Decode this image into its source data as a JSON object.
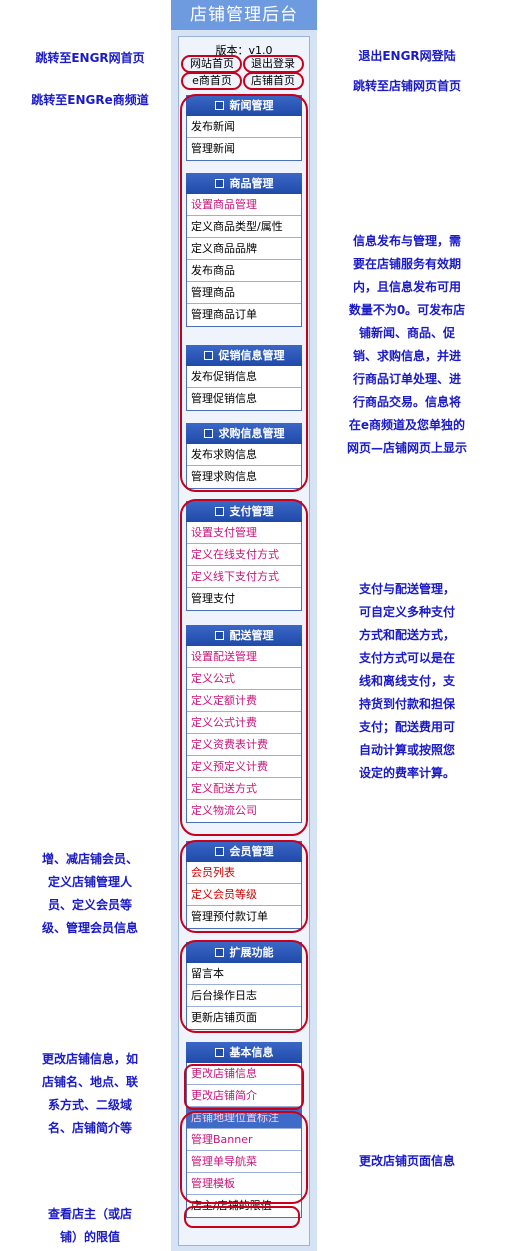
{
  "app_title": "店铺管理后台",
  "version": "版本：v1.0",
  "top_links": {
    "site_home": "网站首页",
    "logout": "退出登录",
    "ecom_home": "e商首页",
    "shop_home": "店铺首页"
  },
  "menus": {
    "news": {
      "title": "新闻管理",
      "items": [
        "发布新闻",
        "管理新闻"
      ]
    },
    "goods": {
      "title": "商品管理",
      "items": [
        "设置商品管理",
        "定义商品类型/属性",
        "定义商品品牌",
        "发布商品",
        "管理商品",
        "管理商品订单"
      ]
    },
    "promo": {
      "title": "促销信息管理",
      "items": [
        "发布促销信息",
        "管理促销信息"
      ]
    },
    "wanted": {
      "title": "求购信息管理",
      "items": [
        "发布求购信息",
        "管理求购信息"
      ]
    },
    "pay": {
      "title": "支付管理",
      "items": [
        "设置支付管理",
        "定义在线支付方式",
        "定义线下支付方式",
        "管理支付"
      ]
    },
    "delivery": {
      "title": "配送管理",
      "items": [
        "设置配送管理",
        "定义公式",
        "定义定额计费",
        "定义公式计费",
        "定义资费表计费",
        "定义预定义计费",
        "定义配送方式",
        "定义物流公司"
      ]
    },
    "member": {
      "title": "会员管理",
      "items": [
        "会员列表",
        "定义会员等级",
        "管理预付款订单"
      ]
    },
    "ext": {
      "title": "扩展功能",
      "items": [
        "留言本",
        "后台操作日志",
        "更新店铺页面"
      ]
    },
    "basic": {
      "title": "基本信息",
      "items": [
        "更改店铺信息",
        "更改店铺简介",
        "店铺地理位置标注",
        "管理Banner",
        "管理单导航菜",
        "管理模板",
        "店主/店铺的限值"
      ]
    }
  },
  "notes": {
    "jump_engr": "跳转至ENGR网首页",
    "jump_ecom": "跳转至ENGRe商频道",
    "logout_engr": "退出ENGR网登陆",
    "jump_shop": "跳转至店铺网页首页",
    "info_publish": [
      "信息发布与管理，需",
      "要在店铺服务有效期",
      "内，且信息发布可用",
      "数量不为0。可发布店",
      "铺新闻、商品、促",
      "销、求购信息，并进",
      "行商品订单处理、进",
      "行商品交易。信息将",
      "在e商频道及您单独的",
      "网页—店铺网页上显示"
    ],
    "pay_delivery": [
      "支付与配送管理，",
      "可自定义多种支付",
      "方式和配送方式，",
      "支付方式可以是在",
      "线和离线支付，支",
      "持货到付款和担保",
      "支付；配送费用可",
      "自动计算或按照您",
      "设定的费率计算。"
    ],
    "member_note": [
      "增、减店铺会员、",
      "定义店铺管理人",
      "员、定义会员等",
      "级、管理会员信息"
    ],
    "shop_info": [
      "更改店铺信息，如",
      "店铺名、地点、联",
      "系方式、二级域",
      "名、店铺简介等"
    ],
    "page_info": "更改店铺页面信息",
    "owner_limit": [
      "查看店主（或店",
      "铺）的限值"
    ]
  },
  "colors": {
    "accent": "#3b67c7",
    "note_text": "#1a1ac8",
    "annotation_oval": "#c8001c",
    "pink_item": "#c8157a"
  }
}
